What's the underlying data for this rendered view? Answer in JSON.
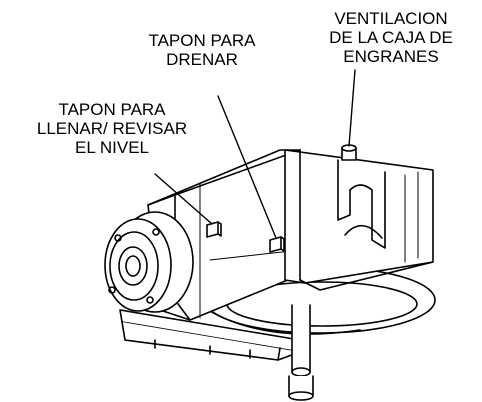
{
  "labels": {
    "fill_check": [
      "TAPON PARA",
      "LLENAR/ REVISAR",
      "EL NIVEL"
    ],
    "drain": [
      "TAPON PARA",
      "DRENAR"
    ],
    "vent": [
      "VENTILACION",
      "DE LA CAJA DE",
      "ENGRANES"
    ]
  },
  "colors": {
    "line": "#000000",
    "fill": "#ffffff",
    "shade": "#d9d9d9"
  }
}
